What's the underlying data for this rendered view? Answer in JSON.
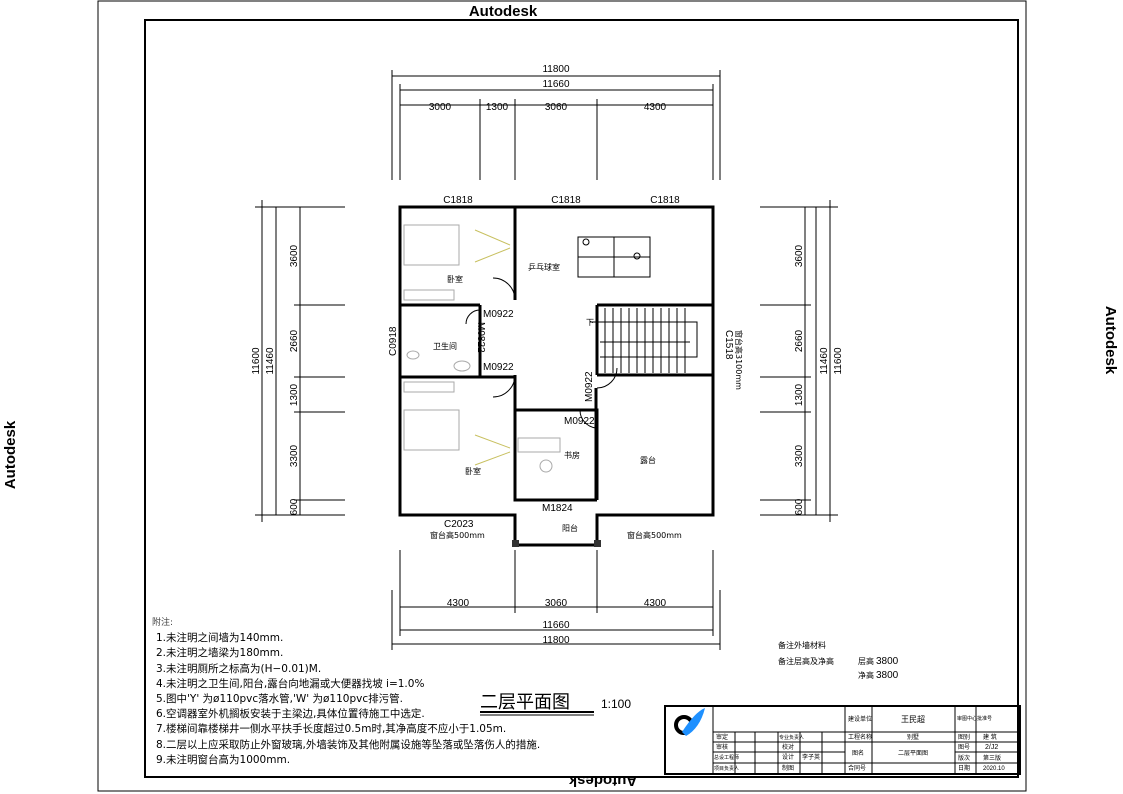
{
  "watermark": "Autodesk",
  "dims": {
    "top_total": "11800",
    "top_inner": "11660",
    "top_segments": [
      "3000",
      "1300",
      "3060",
      "4300"
    ],
    "bottom_segments": [
      "4300",
      "3060",
      "4300"
    ],
    "bottom_inner": "11660",
    "bottom_total": "11800",
    "left_total": "11600",
    "left_inner": "11460",
    "side_segments": [
      "3600",
      "2660",
      "1300",
      "3300",
      "600"
    ]
  },
  "windows": {
    "top": [
      "C1818",
      "C1818",
      "C1818"
    ],
    "left": "C0918",
    "right": "C1518",
    "bottom": "C2023",
    "sill_500": "窗台高500mm",
    "sill_3100": "窗台高3100mm"
  },
  "doors": [
    "M0922",
    "M0822",
    "M0922",
    "M0922",
    "M0922",
    "M1824"
  ],
  "rooms": {
    "bedroom": "卧室",
    "pingpong": "乒乓球室",
    "bathroom": "卫生间",
    "study": "书房",
    "terrace": "露台",
    "balcony": "阳台",
    "down": "下"
  },
  "title": {
    "main": "二层平面图",
    "scale": "1:100"
  },
  "remarks": {
    "wall": "备注外墙材料",
    "height": "备注层高及净高",
    "floor_h_label": "层高",
    "floor_h": "3800",
    "net_h_label": "净高",
    "net_h": "3800"
  },
  "notes": {
    "heading": "附注:",
    "items": [
      "1.未注明之间墙为140mm.",
      "2.未注明之墙梁为180mm.",
      "3.未注明厕所之标高为(H−0.01)M.",
      "4.未注明之卫生间,阳台,露台向地漏或大便器找坡  i=1.0%",
      "5.图中'Y' 为ø110pvc落水管,'W' 为ø110pvc排污管.",
      "6.空调器室外机搁板安装于主梁边,具体位置待施工中选定.",
      "7.楼梯间靠楼梯井一侧水平扶手长度超过0.5m时,其净高度不应小于1.05m.",
      "8.二层以上应采取防止外窗玻璃,外墙装饰及其他附属设施等坠落或坠落伤人的措施.",
      "9.未注明窗台高为1000mm."
    ]
  },
  "titleblock": {
    "client_label": "建设单位",
    "client": "王民超",
    "center_label": "审图中心批准号",
    "review": "审定",
    "specialist": "专业负责人",
    "project_label": "工程名称",
    "project": "别墅",
    "drawing_type_label": "图别",
    "drawing_type": "建 筑",
    "check": "审核",
    "proofread": "校对",
    "drawing_name_label": "图名",
    "drawing_name": "二层平面图",
    "drawing_no_label": "图号",
    "drawing_no": "2/J2",
    "chief_engineer": "总设工程师",
    "design": "设计",
    "designer": "李子英",
    "edition_label": "版次",
    "edition": "第三版",
    "project_lead": "项目负责人",
    "draft": "制图",
    "contract_label": "合同号",
    "date_label": "日期",
    "date": "2020.10"
  },
  "colors": {
    "logo_blue": "#1e90ff",
    "hatch_yellow": "#c8c060"
  }
}
